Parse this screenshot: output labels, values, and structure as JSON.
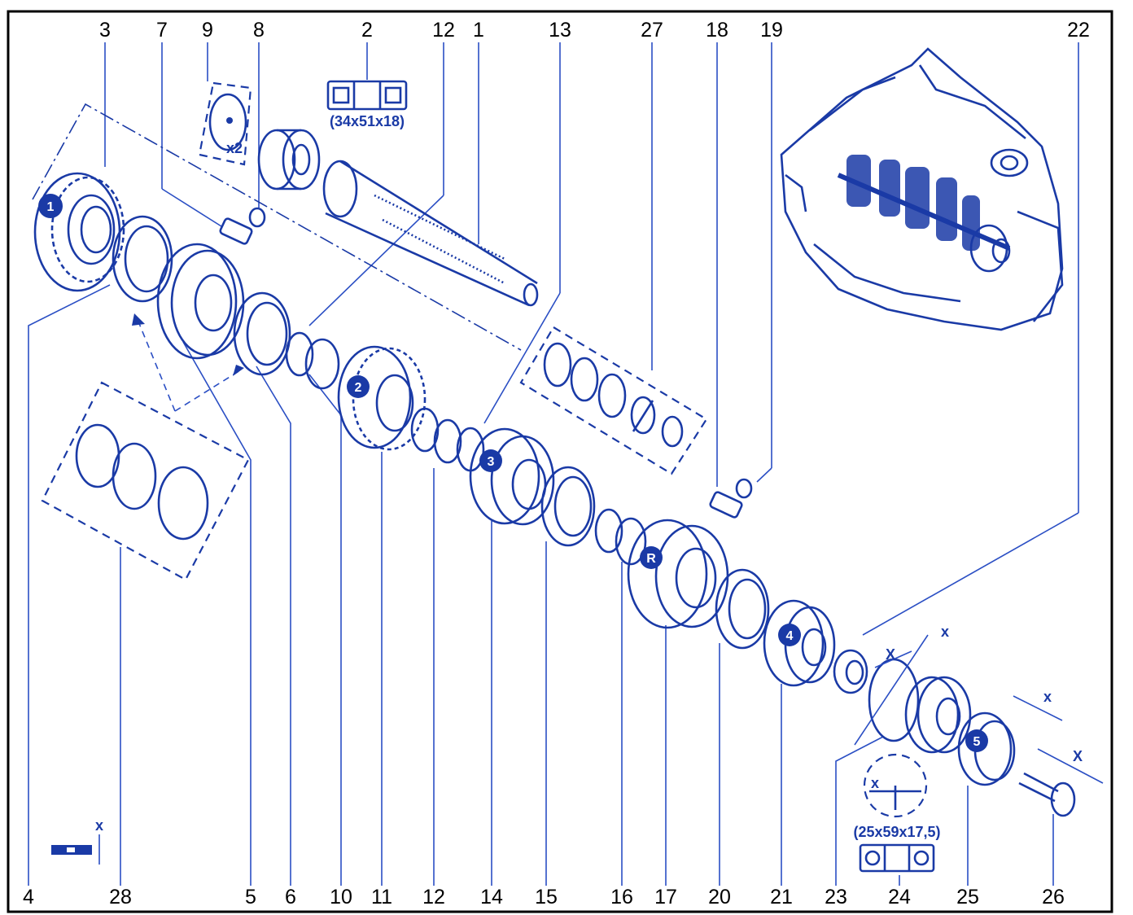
{
  "labels_top": [
    "3",
    "7",
    "9",
    "8",
    "2",
    "12",
    "1",
    "13",
    "27",
    "18",
    "19",
    "22"
  ],
  "labels_bottom": [
    "4",
    "28",
    "5",
    "6",
    "10",
    "11",
    "12",
    "14",
    "15",
    "16",
    "17",
    "20",
    "21",
    "23",
    "24",
    "25",
    "26"
  ],
  "bearing_spec_1": "(34x51x18)",
  "bearing_spec_2": "(25x59x17,5)",
  "quantity_note": "x2",
  "dimension_letter": "X",
  "dimension_letter_small": "x",
  "gear_badges": [
    "1",
    "2",
    "3",
    "R",
    "4",
    "5"
  ],
  "colors": {
    "line_art": "#1a3aa6",
    "frame": "#000000",
    "labels": "#000000"
  }
}
